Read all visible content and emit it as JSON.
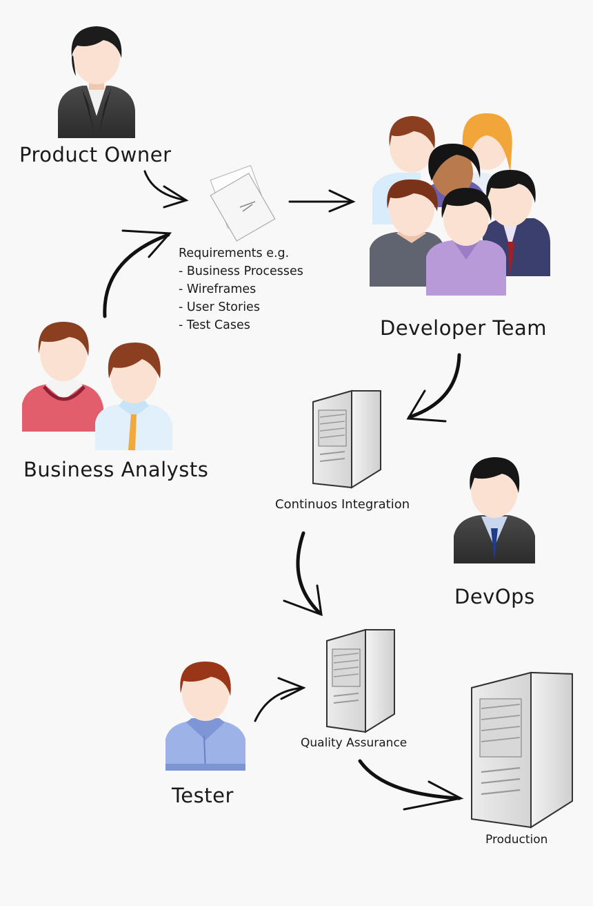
{
  "roles": {
    "product_owner": "Product Owner",
    "developer_team": "Developer Team",
    "business_analysts": "Business Analysts",
    "devops": "DevOps",
    "tester": "Tester"
  },
  "requirements": {
    "heading": "Requirements e.g.",
    "items": [
      "- Business Processes",
      "- Wireframes",
      "- User Stories",
      "- Test Cases"
    ]
  },
  "servers": {
    "ci": "Continuos Integration",
    "qa": "Quality Assurance",
    "production": "Production"
  },
  "colors": {
    "background": "#f8f8f8",
    "skin": "#fbe1d1",
    "dark_hair": "#1c1c1c",
    "brown_hair": "#8a4020",
    "server_body": "#e9e9e9",
    "arrow": "#111111"
  }
}
